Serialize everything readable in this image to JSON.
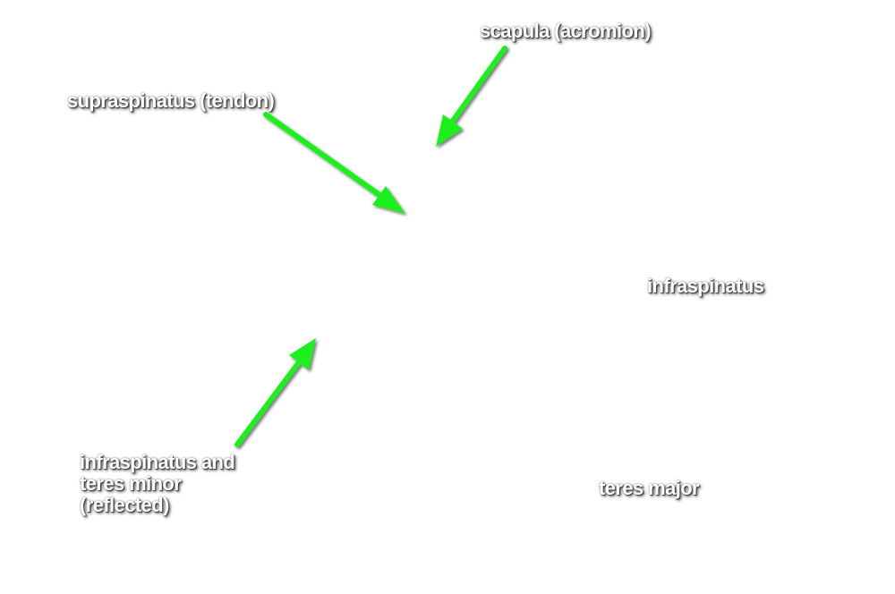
{
  "labels": {
    "scapula": "scapula (acromion)",
    "supraspinatus": "supraspinatus (tendon)",
    "infraspinatus": "infraspinatus",
    "infra_teres": [
      "infraspinatus and",
      "teres minor",
      "(reflected)"
    ],
    "teres_major": "teres major"
  },
  "colors": {
    "arrow": "#1ff01f",
    "label_text": "#ffffff"
  }
}
